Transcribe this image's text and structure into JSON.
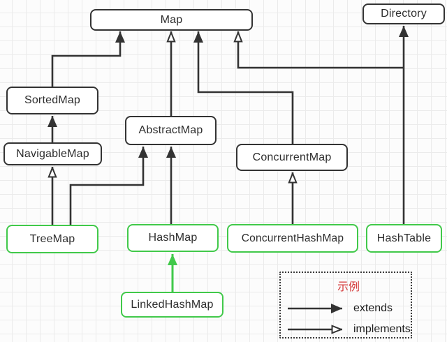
{
  "diagram": {
    "nodes": {
      "map": {
        "label": "Map"
      },
      "directory": {
        "label": "Directory"
      },
      "sortedmap": {
        "label": "SortedMap"
      },
      "navigablemap": {
        "label": "NavigableMap"
      },
      "abstractmap": {
        "label": "AbstractMap"
      },
      "concurrentmap": {
        "label": "ConcurrentMap"
      },
      "treemap": {
        "label": "TreeMap"
      },
      "hashmap": {
        "label": "HashMap"
      },
      "concurrenthashmap": {
        "label": "ConcurrentHashMap"
      },
      "hashtable": {
        "label": "HashTable"
      },
      "linkedhashmap": {
        "label": "LinkedHashMap"
      }
    },
    "edges": [
      {
        "from": "SortedMap",
        "to": "Map",
        "relation": "extends",
        "arrowhead": "solid",
        "color": "dark"
      },
      {
        "from": "AbstractMap",
        "to": "Map",
        "relation": "implements",
        "arrowhead": "open",
        "color": "dark"
      },
      {
        "from": "ConcurrentMap",
        "to": "Map",
        "relation": "extends",
        "arrowhead": "solid",
        "color": "dark"
      },
      {
        "from": "HashTable",
        "to": "Map",
        "relation": "implements",
        "arrowhead": "open",
        "color": "dark"
      },
      {
        "from": "HashTable",
        "to": "Directory",
        "relation": "extends",
        "arrowhead": "solid",
        "color": "dark"
      },
      {
        "from": "NavigableMap",
        "to": "SortedMap",
        "relation": "extends",
        "arrowhead": "solid",
        "color": "dark"
      },
      {
        "from": "TreeMap",
        "to": "NavigableMap",
        "relation": "implements",
        "arrowhead": "open",
        "color": "dark"
      },
      {
        "from": "TreeMap",
        "to": "AbstractMap",
        "relation": "extends",
        "arrowhead": "solid",
        "color": "dark"
      },
      {
        "from": "HashMap",
        "to": "AbstractMap",
        "relation": "extends",
        "arrowhead": "solid",
        "color": "dark"
      },
      {
        "from": "ConcurrentHashMap",
        "to": "ConcurrentMap",
        "relation": "implements",
        "arrowhead": "open",
        "color": "dark"
      },
      {
        "from": "LinkedHashMap",
        "to": "HashMap",
        "relation": "extends",
        "arrowhead": "solid",
        "color": "green"
      }
    ]
  },
  "legend": {
    "title": "示例",
    "items": [
      {
        "label": "extends",
        "arrowhead": "solid"
      },
      {
        "label": "implements",
        "arrowhead": "open"
      }
    ]
  },
  "colors": {
    "node_border": "#333333",
    "green": "#41c94a",
    "arrow_dark": "#333333",
    "legend_red": "#d43a3a",
    "grid_line": "#ebebeb",
    "bg": "#fcfcfc"
  }
}
